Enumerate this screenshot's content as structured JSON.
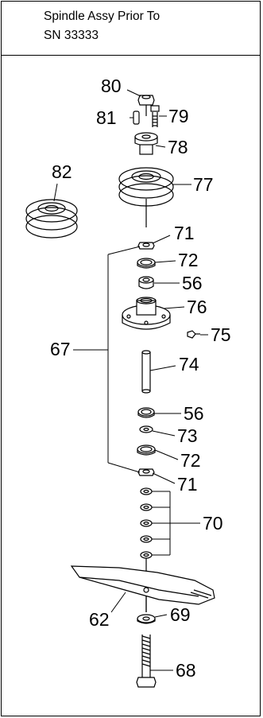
{
  "header": {
    "title_line1": "Spindle Assy Prior To",
    "title_line2": "SN 33333"
  },
  "callouts": {
    "p80": "80",
    "p81": "81",
    "p79": "79",
    "p78": "78",
    "p82": "82",
    "p77": "77",
    "p71_top": "71",
    "p72_top": "72",
    "p56_top": "56",
    "p76": "76",
    "p67": "67",
    "p75": "75",
    "p74": "74",
    "p56_bottom": "56",
    "p73": "73",
    "p72_bottom": "72",
    "p71_bottom": "71",
    "p70": "70",
    "p62": "62",
    "p69": "69",
    "p68": "68"
  }
}
